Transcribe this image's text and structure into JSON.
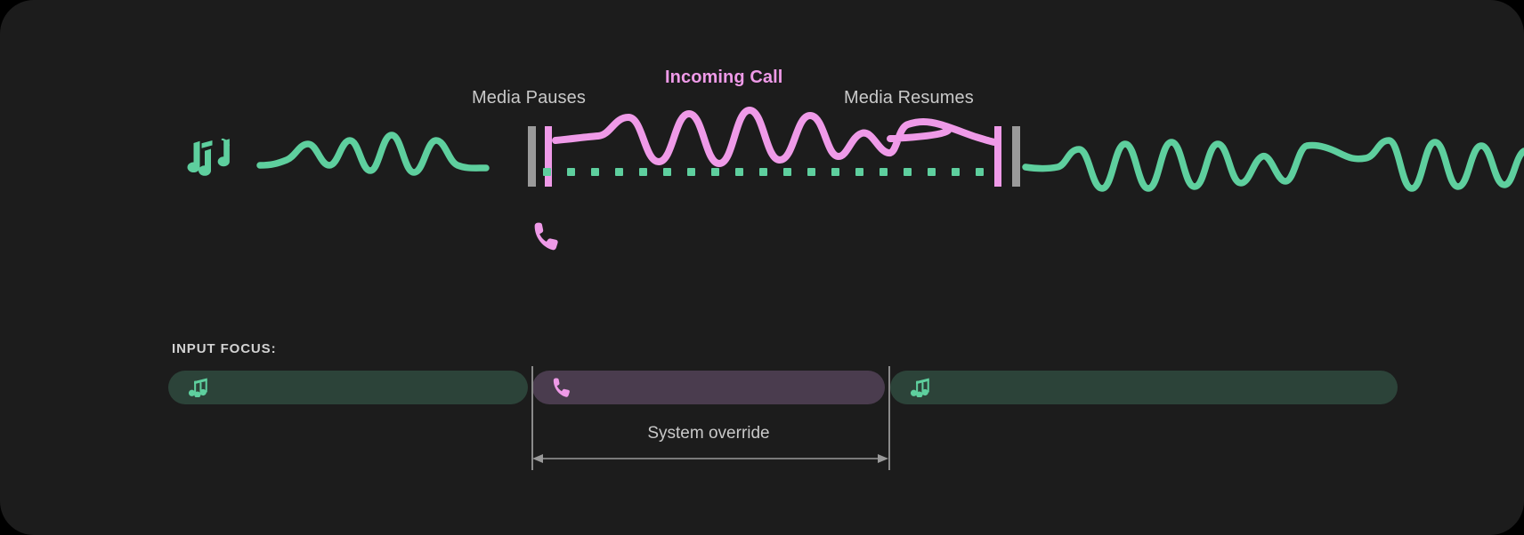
{
  "theme": {
    "page_background": "#000000",
    "card_background": "#1c1c1c",
    "media_accent": "#5ecf9e",
    "call_accent": "#ef9ae8",
    "label_color": "#c9c9c9",
    "marker_gray": "#9a9a9a",
    "focus_media_fill": "#2c4339",
    "focus_call_fill": "#4a3c4e"
  },
  "timeline": {
    "labels": {
      "media_pauses": "Media Pauses",
      "incoming_call": "Incoming Call",
      "media_resumes": "Media Resumes"
    },
    "icons": {
      "media": "music-notes-icon",
      "call": "phone-handset-icon"
    },
    "segments": [
      {
        "name": "media-playing-before",
        "state": "playing",
        "color": "#5ecf9e",
        "waveform": "active"
      },
      {
        "name": "call-active",
        "state": "call",
        "color": "#ef9ae8",
        "waveform": "active"
      },
      {
        "name": "media-playing-after",
        "state": "playing",
        "color": "#5ecf9e",
        "waveform": "active"
      }
    ],
    "media_during_call": "muted-dotted"
  },
  "focus": {
    "title": "INPUT FOCUS:",
    "bars": [
      {
        "name": "media-focus-before",
        "icon": "music-notes-icon",
        "fill": "#2c4339"
      },
      {
        "name": "call-focus",
        "icon": "phone-handset-icon",
        "fill": "#4a3c4e"
      },
      {
        "name": "media-focus-after",
        "icon": "music-notes-icon",
        "fill": "#2c4339"
      }
    ],
    "override_label": "System override"
  }
}
